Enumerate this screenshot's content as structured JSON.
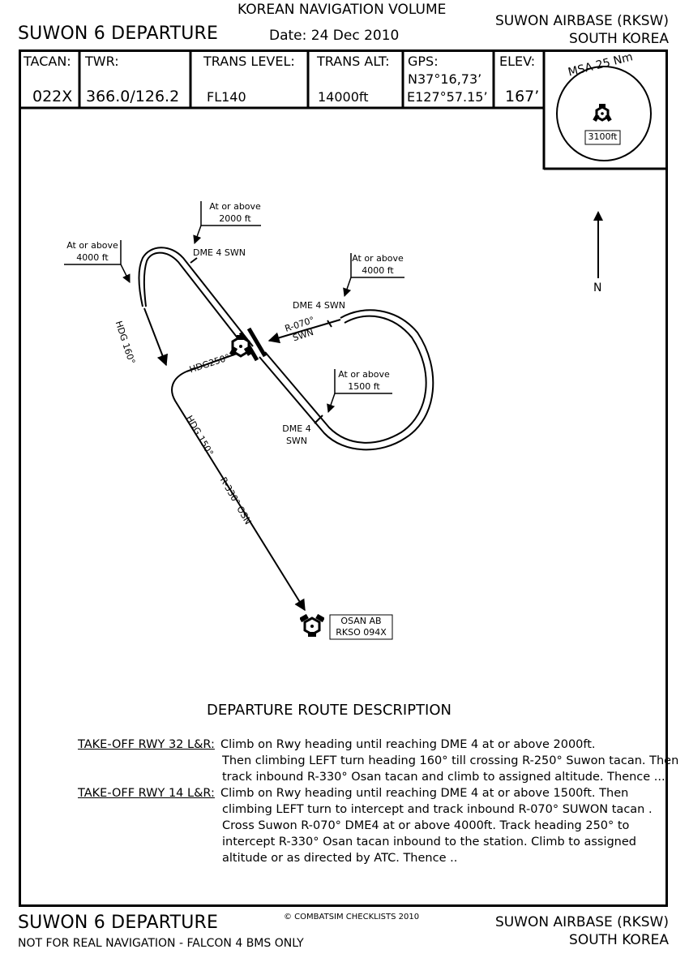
{
  "header": {
    "volume": "KOREAN NAVIGATION VOLUME",
    "procedure": "SUWON 6 DEPARTURE",
    "date": "Date: 24 Dec 2010",
    "airbase": "SUWON AIRBASE (RKSW)",
    "country": "SOUTH KOREA"
  },
  "info": {
    "tacan_label": "TACAN:",
    "tacan_value": "022X",
    "twr_label": "TWR:",
    "twr_value": "366.0/126.2",
    "trans_level_label": "TRANS LEVEL:",
    "trans_level_value": "FL140",
    "trans_alt_label": "TRANS ALT:",
    "trans_alt_value": "14000ft",
    "gps_label": "GPS:",
    "gps_lat": "N37°16,73’",
    "gps_lon": "E127°57.15’",
    "elev_label": "ELEV:",
    "elev_value": "167’"
  },
  "msa": {
    "label": "MSA 25 Nm",
    "altitude": "3100ft"
  },
  "chart": {
    "north": "N",
    "alt_2000": [
      "At or above",
      "2000 ft"
    ],
    "alt_4000_w": [
      "At or above",
      "4000 ft"
    ],
    "alt_4000_e": [
      "At or above",
      "4000 ft"
    ],
    "alt_1500": [
      "At or above",
      "1500 ft"
    ],
    "dme_nw": "DME 4 SWN",
    "dme_ne": "DME 4 SWN",
    "dme_s": [
      "DME 4",
      "SWN"
    ],
    "radial_070": [
      "R-070°",
      "SWN"
    ],
    "hdg_160": "HDG 160°",
    "hdg_250": "HDG250°",
    "hdg_150": "HDG 150°",
    "radial_330": "R-330° OSN",
    "osan": [
      "OSAN  AB",
      "RKSO 094X"
    ]
  },
  "description": {
    "title": "DEPARTURE ROUTE DESCRIPTION",
    "rwy32_label": "TAKE-OFF RWY 32 L&R:",
    "rwy32_lines": [
      "Climb on Rwy heading until reaching DME 4 at or above 2000ft.",
      "Then climbing LEFT turn heading 160° till crossing R-250° Suwon tacan. Then",
      "track inbound R-330° Osan tacan and climb to assigned altitude. Thence ..."
    ],
    "rwy14_label": "TAKE-OFF RWY 14 L&R:",
    "rwy14_lines": [
      "Climb on Rwy heading until reaching DME 4 at or above 1500ft. Then",
      "climbing LEFT turn to intercept and track inbound R-070° SUWON tacan .",
      "Cross Suwon R-070° DME4 at or above 4000ft. Track heading 250° to",
      "intercept R-330° Osan tacan inbound to the station. Climb to assigned",
      "altitude or as directed by ATC. Thence .."
    ]
  },
  "footer": {
    "procedure": "SUWON 6 DEPARTURE",
    "copyright": "© COMBATSIM CHECKLISTS 2010",
    "disclaimer": "NOT FOR REAL NAVIGATION - FALCON 4 BMS ONLY",
    "airbase": "SUWON AIRBASE (RKSW)",
    "country": "SOUTH KOREA"
  }
}
